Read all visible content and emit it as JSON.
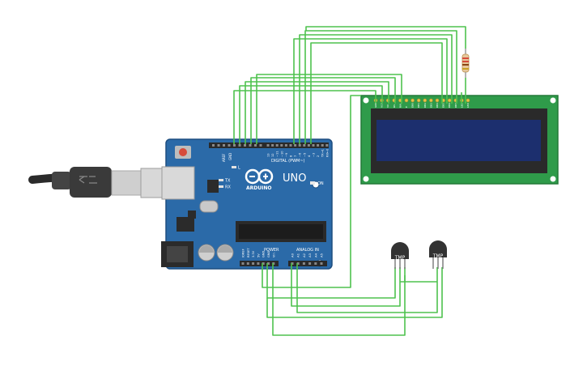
{
  "board": {
    "brand": "ARDUINO",
    "model": "UNO",
    "digital_header": "DIGITAL (PWM~)",
    "power_header": "POWER",
    "analog_header": "ANALOG IN",
    "on_label": "ON",
    "tx_label": "TX",
    "rx_label": "RX",
    "l_label": "L",
    "aref_label": "AREF",
    "gnd_label": "GND",
    "digital_pins": [
      "13",
      "12",
      "~11",
      "~10",
      "~9",
      "8",
      "7",
      "~6",
      "~5",
      "4",
      "~3",
      "2",
      "TX→1",
      "RX←0"
    ],
    "power_pins": [
      "IOREF",
      "RESET",
      "3.3V",
      "5V",
      "GND",
      "GND",
      "Vin"
    ],
    "analog_pins": [
      "A0",
      "A1",
      "A2",
      "A3",
      "A4",
      "A5"
    ]
  },
  "lcd": {
    "pin_labels": [
      "GND",
      "VCC",
      "V0",
      "RS",
      "RW",
      "E",
      "DB0",
      "DB1",
      "DB2",
      "DB3",
      "DB4",
      "DB5",
      "DB6",
      "DB7",
      "LED",
      "LED"
    ]
  },
  "sensors": [
    {
      "label": "TMP"
    },
    {
      "label": "TMP"
    }
  ],
  "colors": {
    "wire": "#4ec24e",
    "board": "#2b6aa8",
    "lcd_pcb": "#2f9b4a",
    "lcd_screen": "#1c2f6e",
    "usb_plug": "#3a3a3a",
    "sensor": "#333333"
  }
}
